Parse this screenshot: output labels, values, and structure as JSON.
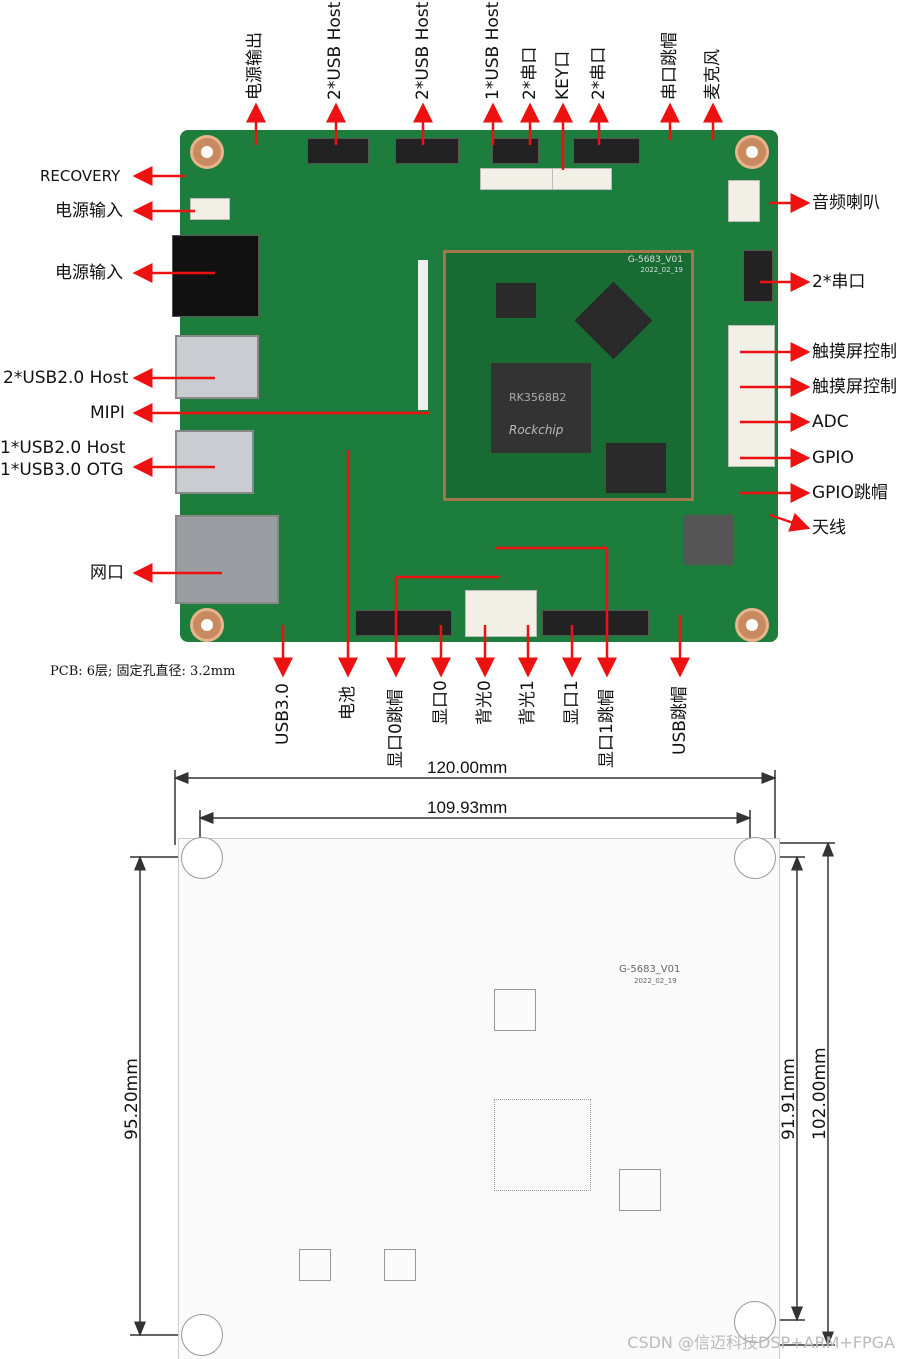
{
  "top_labels": [
    "电源输出",
    "2*USB Host",
    "2*USB Host",
    "1*USB Host",
    "2*串口",
    "KEY口",
    "2*串口",
    "串口跳帽",
    "麦克风"
  ],
  "left_labels": [
    "RECOVERY",
    "电源输入",
    "电源输入",
    "2*USB2.0 Host",
    "MIPI",
    "1*USB2.0 Host",
    "1*USB3.0 OTG",
    "网口"
  ],
  "right_labels": [
    "音频喇叭",
    "2*串口",
    "触摸屏控制",
    "触摸屏控制",
    "ADC",
    "GPIO",
    "GPIO跳帽",
    "天线"
  ],
  "bottom_labels": [
    "USB3.0",
    "电池",
    "显口0跳帽",
    "显口0",
    "背光0",
    "背光1",
    "显口1",
    "显口1跳帽",
    "USB跳帽"
  ],
  "pcb_note": "PCB: 6层; 固定孔直径: 3.2mm",
  "board_text": {
    "model": "G-5683_V01",
    "date": "2022_02_19",
    "soc": "RK3568B2",
    "brand": "Rockchip"
  },
  "dimensions": {
    "outer_width": "120.00mm",
    "hole_width": "109.93mm",
    "hole_height_left": "95.20mm",
    "hole_height_right": "91.91mm",
    "outer_height": "102.00mm"
  },
  "drawing_text": {
    "model": "G-5683_V01",
    "date": "2022_02_19"
  },
  "watermark": "CSDN @信迈科技DSP+ARM+FPGA",
  "colors": {
    "arrow": "#ee1111",
    "pcb": "#1d7d3c"
  }
}
